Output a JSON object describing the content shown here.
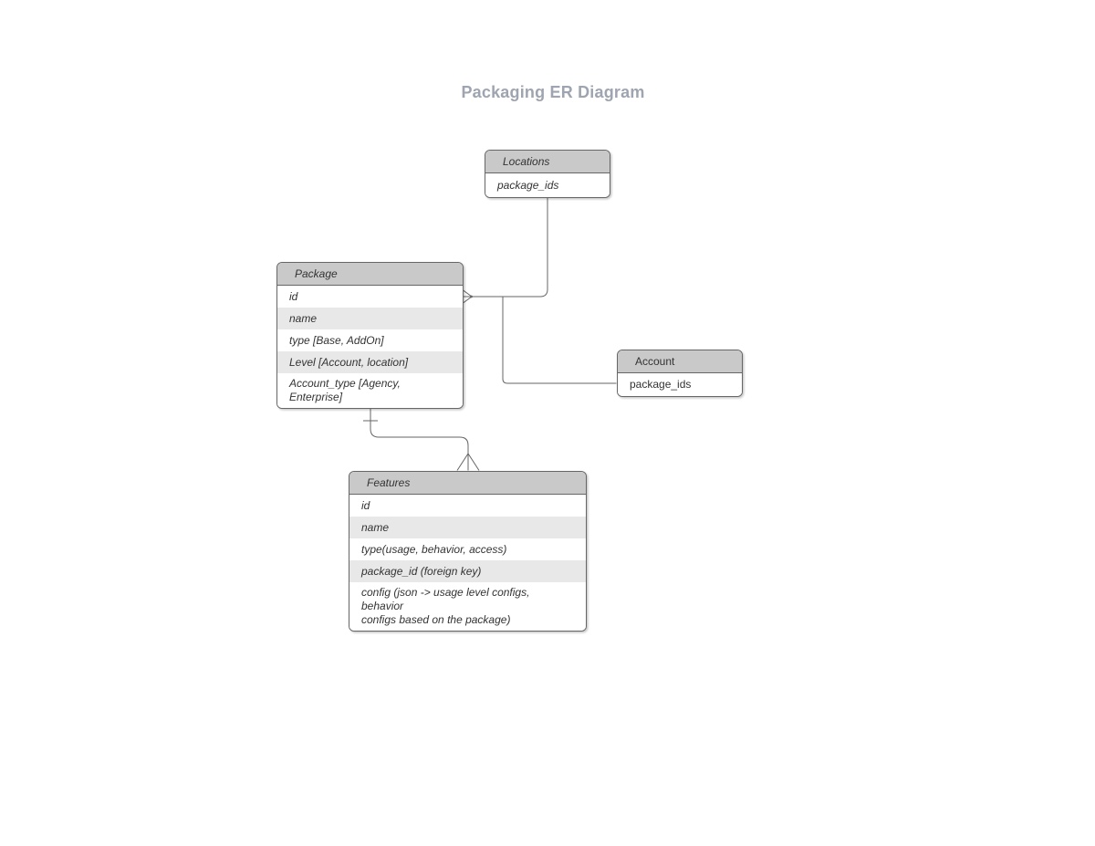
{
  "title": "Packaging ER Diagram",
  "colors": {
    "header_fill": "#c9c9c9",
    "alt_row_fill": "#e8e8e8",
    "border": "#666666",
    "line": "#666666",
    "text": "#333333",
    "title_color": "#9ea4b0"
  },
  "entities": [
    {
      "id": "locations",
      "name": "Locations",
      "italic": true,
      "rows": [
        {
          "text": "package_ids",
          "alt": false
        }
      ]
    },
    {
      "id": "package",
      "name": "Package",
      "italic": true,
      "rows": [
        {
          "text": "id",
          "alt": false
        },
        {
          "text": "name",
          "alt": true
        },
        {
          "text": "type [Base, AddOn]",
          "alt": false
        },
        {
          "text": "Level [Account, location]",
          "alt": true
        },
        {
          "text": "Account_type [Agency,\nEnterprise]",
          "alt": false
        }
      ]
    },
    {
      "id": "account",
      "name": "Account",
      "italic": false,
      "rows": [
        {
          "text": "package_ids",
          "alt": false
        }
      ]
    },
    {
      "id": "features",
      "name": "Features",
      "italic": true,
      "rows": [
        {
          "text": "id",
          "alt": false
        },
        {
          "text": "name",
          "alt": true
        },
        {
          "text": "type(usage, behavior, access)",
          "alt": false
        },
        {
          "text": "package_id (foreign key)",
          "alt": true
        },
        {
          "text": "config (json -> usage level configs, behavior\nconfigs based on the package)",
          "alt": false
        }
      ]
    }
  ],
  "relationships": [
    {
      "from": "Locations",
      "to": "Package",
      "marker_at_to": "many-crows-foot",
      "marker_at_from": "none"
    },
    {
      "from": "Locations-Package connector",
      "to": "Account",
      "marker_at_to": "none",
      "marker_at_from": "none"
    },
    {
      "from": "Package",
      "to": "Features",
      "marker_at_from": "one-tick",
      "marker_at_to": "many-crows-foot"
    }
  ]
}
